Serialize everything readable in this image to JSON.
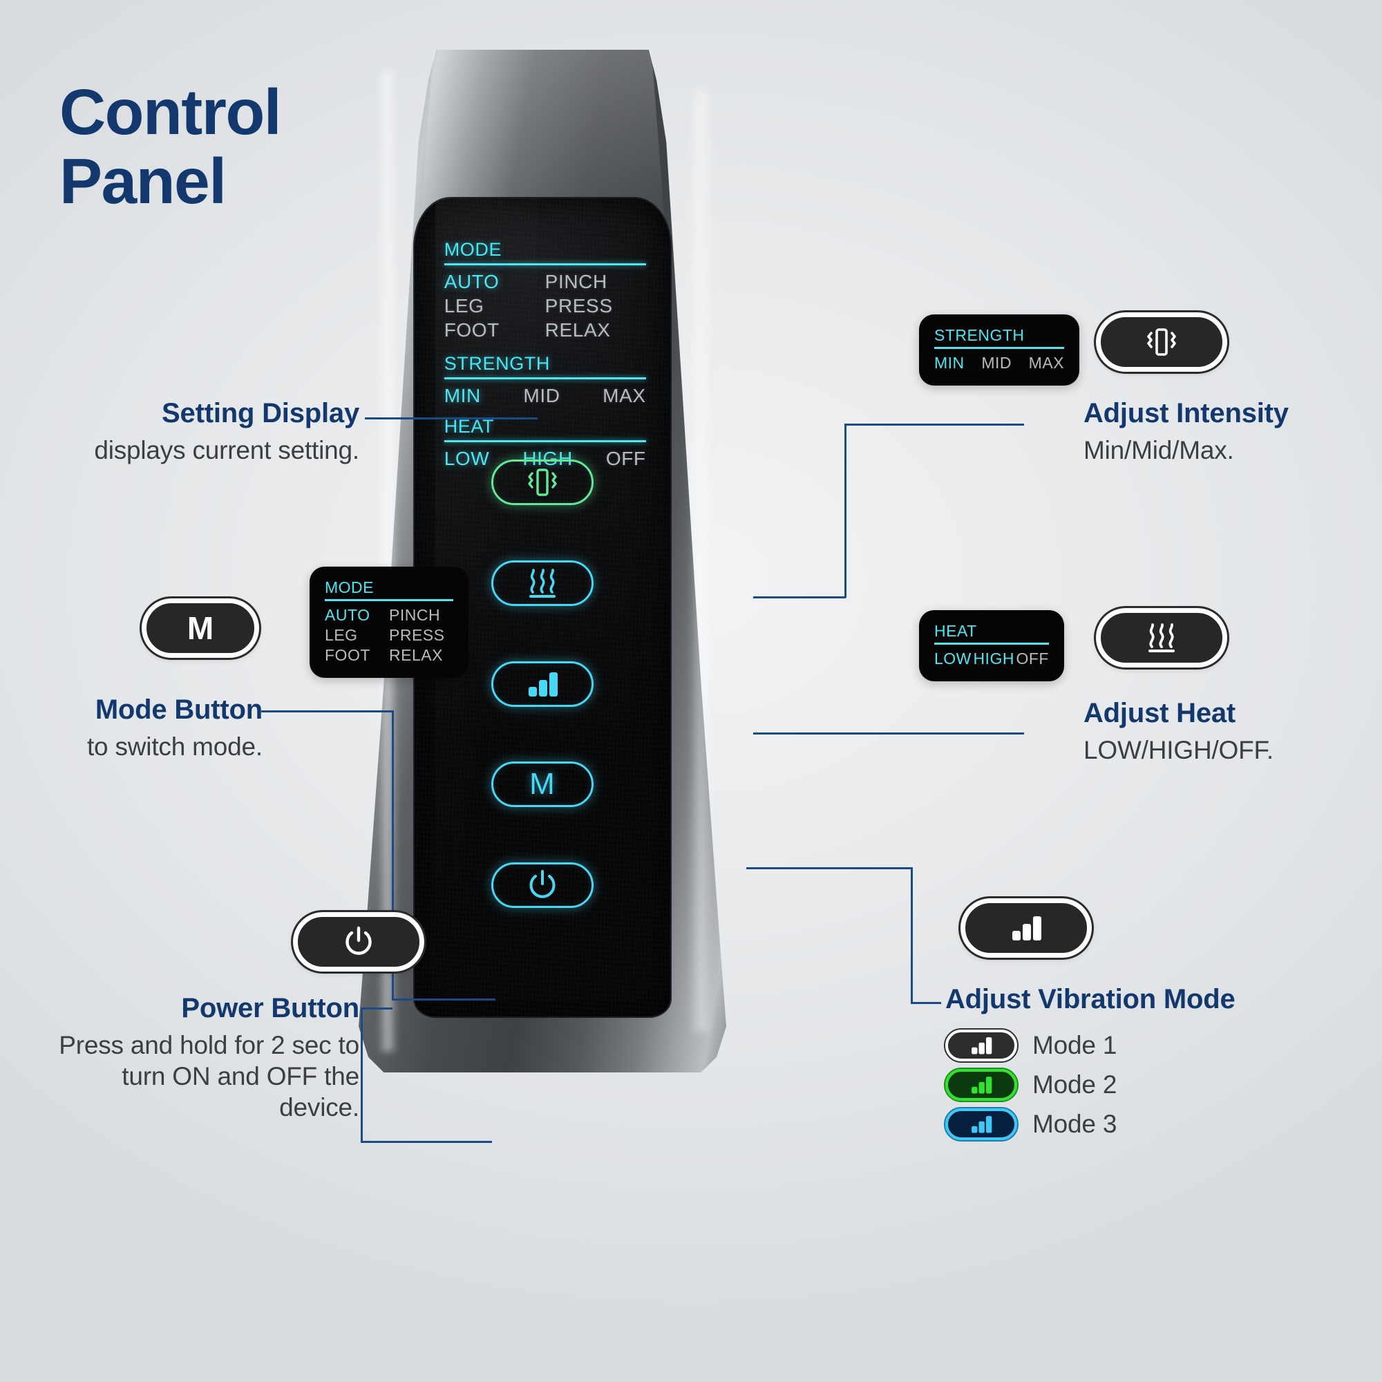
{
  "title": {
    "line1": "Control",
    "line2": "Panel"
  },
  "colors": {
    "navy": "#13386e",
    "body_text": "#3b3f42",
    "cyan": "#4fe6f2",
    "green": "#63e89a",
    "leader": "#1c4a86",
    "inactive": "#b9bcbe"
  },
  "display": {
    "sections": [
      {
        "heading": "MODE",
        "options": [
          {
            "label": "AUTO",
            "active": true
          },
          {
            "label": "PINCH",
            "active": false
          },
          {
            "label": "LEG",
            "active": false
          },
          {
            "label": "PRESS",
            "active": false
          },
          {
            "label": "FOOT",
            "active": false
          },
          {
            "label": "RELAX",
            "active": false
          }
        ]
      },
      {
        "heading": "STRENGTH",
        "options": [
          {
            "label": "MIN",
            "active": true
          },
          {
            "label": "MID",
            "active": false
          },
          {
            "label": "MAX",
            "active": false
          }
        ]
      },
      {
        "heading": "HEAT",
        "options": [
          {
            "label": "LOW",
            "active": true
          },
          {
            "label": "HIGH",
            "active": true
          },
          {
            "label": "OFF",
            "active": false
          }
        ]
      }
    ]
  },
  "device_buttons": [
    {
      "name": "intensity",
      "icon": "vibration-icon",
      "color": "green"
    },
    {
      "name": "heat",
      "icon": "heat-waves-icon",
      "color": "cyan"
    },
    {
      "name": "vibration-mode",
      "icon": "bars-icon",
      "color": "cyan"
    },
    {
      "name": "mode",
      "icon": "letter-m",
      "label": "M",
      "color": "cyan"
    },
    {
      "name": "power",
      "icon": "power-icon",
      "color": "cyan"
    }
  ],
  "callouts": {
    "setting_display": {
      "heading": "Setting Display",
      "body": "displays current setting."
    },
    "mode_button": {
      "heading": "Mode Button",
      "body": "to switch mode.",
      "button_label": "M",
      "badge": {
        "heading": "MODE",
        "options": [
          {
            "label": "AUTO",
            "active": true
          },
          {
            "label": "PINCH",
            "active": false
          },
          {
            "label": "LEG",
            "active": false
          },
          {
            "label": "PRESS",
            "active": false
          },
          {
            "label": "FOOT",
            "active": false
          },
          {
            "label": "RELAX",
            "active": false
          }
        ]
      }
    },
    "power_button": {
      "heading": "Power Button",
      "body_line1": "Press and hold for 2 sec to",
      "body_line2": "turn ON and OFF the device."
    },
    "adjust_intensity": {
      "heading": "Adjust Intensity",
      "body": "Min/Mid/Max.",
      "badge": {
        "heading": "STRENGTH",
        "options": [
          {
            "label": "MIN",
            "active": true
          },
          {
            "label": "MID",
            "active": false
          },
          {
            "label": "MAX",
            "active": false
          }
        ]
      }
    },
    "adjust_heat": {
      "heading": "Adjust Heat",
      "body": "LOW/HIGH/OFF.",
      "badge": {
        "heading": "HEAT",
        "options": [
          {
            "label": "LOW",
            "active": true
          },
          {
            "label": "HIGH",
            "active": true
          },
          {
            "label": "OFF",
            "active": false
          }
        ]
      }
    },
    "adjust_vibration_mode": {
      "heading": "Adjust Vibration Mode",
      "legend": [
        {
          "label": "Mode 1",
          "style": "white"
        },
        {
          "label": "Mode 2",
          "style": "green"
        },
        {
          "label": "Mode 3",
          "style": "blue"
        }
      ]
    }
  }
}
